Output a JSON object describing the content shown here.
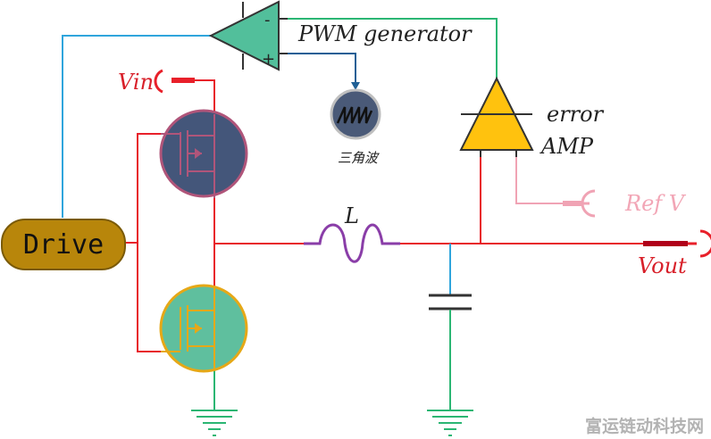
{
  "labels": {
    "pwm": "PWM generator",
    "minus": "-",
    "plus": "+",
    "vin": "Vin",
    "triangle_wave": "三角波",
    "error_line1": "error",
    "error_line2": "AMP",
    "inductor": "L",
    "refv": "Ref V",
    "drive": "Drive",
    "vout": "Vout",
    "watermark": "富运链动科技网"
  },
  "colors": {
    "red": "#e8202a",
    "blue_wire": "#2fa5dc",
    "green_wire": "#2bb673",
    "dark_blue_arrow": "#1f5f95",
    "pink_wire": "#f0a3b4",
    "pwm_fill": "#52bf9b",
    "error_fill": "#ffc20e",
    "drive_fill": "#b8860b",
    "mosfet_top_fill": "#44567a",
    "mosfet_top_ring": "#b0557a",
    "mosfet_bottom_fill": "#5fbf9e",
    "mosfet_bottom_ring": "#e6a817",
    "inductor": "#8a3ea8",
    "ground": "#2bb673",
    "text_dark": "#222222",
    "vin_text": "#d8202a",
    "refv_text": "#f2a6b6"
  }
}
